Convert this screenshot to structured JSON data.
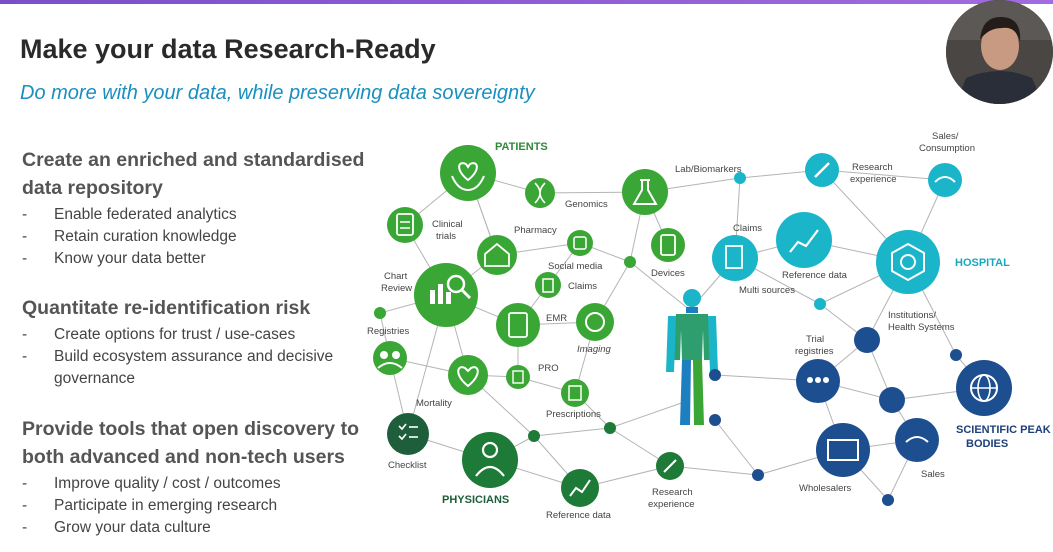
{
  "title": "Make your data Research-Ready",
  "subtitle": "Do more with your data, while preserving data sovereignty",
  "sections": [
    {
      "heading": "Create an enriched and standardised data repository",
      "items": [
        "Enable federated analytics",
        "Retain curation knowledge",
        "Know your data better"
      ]
    },
    {
      "heading": "Quantitate re-identification risk",
      "items": [
        "Create options for trust / use-cases",
        "Build ecosystem assurance and decisive governance"
      ]
    },
    {
      "heading": "Provide tools that open discovery to both advanced and non-tech users",
      "items": [
        "Improve quality / cost / outcomes",
        "Participate in emerging research",
        "Grow your data culture"
      ]
    }
  ],
  "diagram": {
    "patients": "PATIENTS",
    "physicians": "PHYSICIANS",
    "hospital": "HOSPITAL",
    "scientific_1": "SCIENTIFIC PEAK",
    "scientific_2": "BODIES",
    "clinical_1": "Clinical",
    "clinical_2": "trials",
    "genomics": "Genomics",
    "lab": "Lab/Biomarkers",
    "pharmacy": "Pharmacy",
    "chart_1": "Chart",
    "chart_2": "Review",
    "social": "Social media",
    "claims_a": "Claims",
    "devices": "Devices",
    "claims_b": "Claims",
    "research_exp_a1": "Research",
    "research_exp_a2": "experience",
    "sales_cons1": "Sales/",
    "sales_cons2": "Consumption",
    "reference_a": "Reference data",
    "multi": "Multi sources",
    "registries": "Registries",
    "emr": "EMR",
    "imaging": "Imaging",
    "pro": "PRO",
    "mortality": "Mortality",
    "prescriptions": "Prescriptions",
    "checklist": "Checklist",
    "reference_b": "Reference data",
    "research_exp_b1": "Research",
    "research_exp_b2": "experience",
    "trial_1": "Trial",
    "trial_2": "registries",
    "institutions_1": "Institutions/",
    "institutions_2": "Health Systems",
    "wholesalers": "Wholesalers",
    "sales": "Sales"
  },
  "colors": {
    "green": "#3aa635",
    "dark_green": "#1e7a37",
    "teal": "#1bb5c9",
    "navy": "#1d4e8f",
    "title": "#2a2a2a",
    "subtitle": "#1a8fc0"
  }
}
